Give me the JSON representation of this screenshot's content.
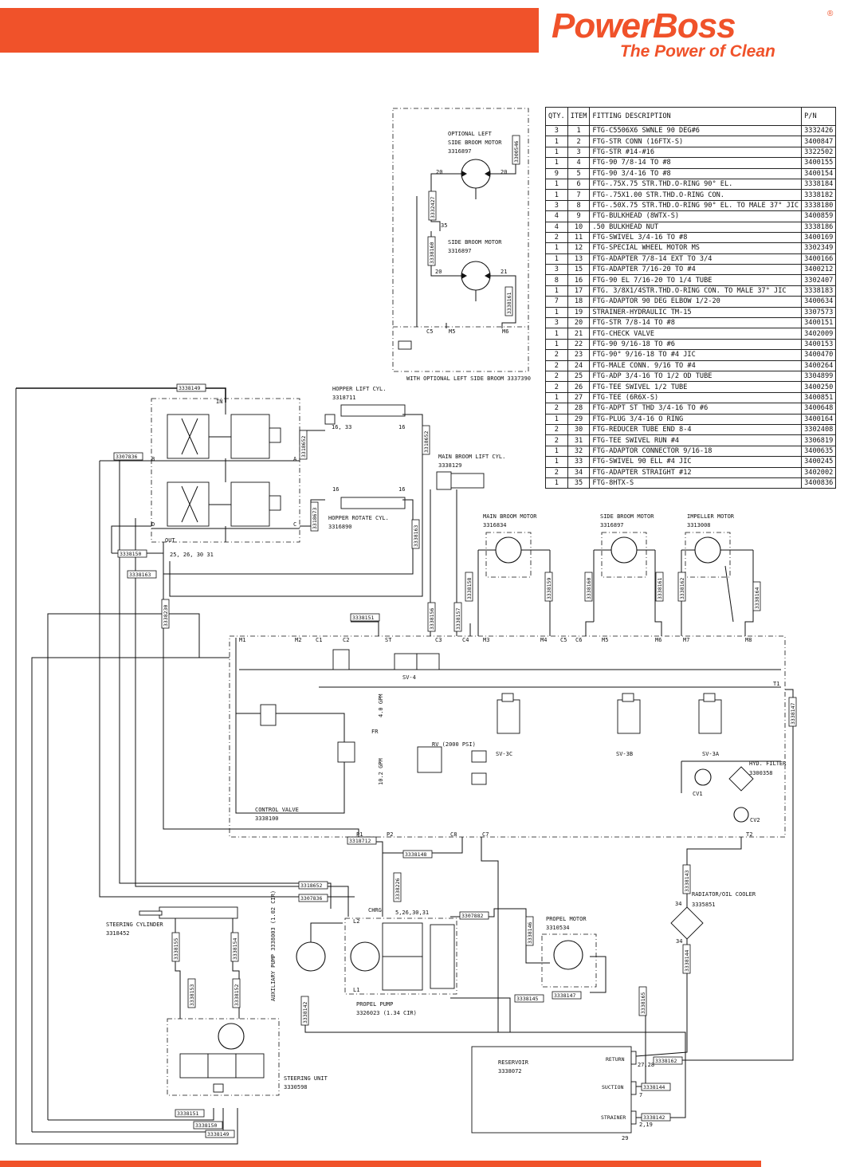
{
  "brand": {
    "name": "PowerBoss",
    "reg": "®",
    "tagline": "The Power of Clean"
  },
  "colors": {
    "accent": "#f0522a",
    "line": "#111111"
  },
  "table": {
    "headers": [
      "QTY.",
      "ITEM",
      "FITTING DESCRIPTION",
      "P/N"
    ],
    "rows": [
      [
        "3",
        "1",
        "FTG-C5506X6 SWNLE 90 DEG#6",
        "3332426"
      ],
      [
        "1",
        "2",
        "FTG-STR CONN (16FTX-S)",
        "3400847"
      ],
      [
        "1",
        "3",
        "FTG-STR #14-#16",
        "3322502"
      ],
      [
        "1",
        "4",
        "FTG-90  7/8-14 TO #8",
        "3400155"
      ],
      [
        "9",
        "5",
        "FTG-90  3/4-16 TO #8",
        "3400154"
      ],
      [
        "1",
        "6",
        "FTG-.75X.75 STR.THD.O-RING 90° EL.",
        "3338184"
      ],
      [
        "1",
        "7",
        "FTG-.75X1.00 STR.THD.O-RING CON.",
        "3338182"
      ],
      [
        "3",
        "8",
        "FTG-.50X.75 STR.THD.O-RING 90° EL. TO MALE 37° JIC",
        "3338180"
      ],
      [
        "4",
        "9",
        "FTG-BULKHEAD (8WTX-S)",
        "3400859"
      ],
      [
        "4",
        "10",
        ".50 BULKHEAD NUT",
        "3338186"
      ],
      [
        "2",
        "11",
        "FTG-SWIVEL 3/4-16 TO #8",
        "3400169"
      ],
      [
        "1",
        "12",
        "FTG-SPECIAL WHEEL MOTOR MS",
        "3302349"
      ],
      [
        "1",
        "13",
        "FTG-ADAPTER 7/8-14 EXT TO 3/4",
        "3400166"
      ],
      [
        "3",
        "15",
        "FTG-ADAPTER 7/16-20 TO #4",
        "3400212"
      ],
      [
        "8",
        "16",
        "FTG-90 EL 7/16-20 TO 1/4 TUBE",
        "3302407"
      ],
      [
        "1",
        "17",
        "FTG. 3/8X1/4STR.THD.O-RING CON. TO MALE 37° JIC",
        "3338183"
      ],
      [
        "7",
        "18",
        "FTG-ADAPTOR 90 DEG ELBOW 1/2-20",
        "3400634"
      ],
      [
        "1",
        "19",
        "STRAINER-HYDRAULIC TM-15",
        "3307573"
      ],
      [
        "3",
        "20",
        "FTG-STR 7/8-14 TO #8",
        "3400151"
      ],
      [
        "1",
        "21",
        "FTG-CHECK VALVE",
        "3402009"
      ],
      [
        "1",
        "22",
        "FTG-90 9/16-18 TO #6",
        "3400153"
      ],
      [
        "2",
        "23",
        "FTG-90° 9/16-18 TO #4 JIC",
        "3400470"
      ],
      [
        "2",
        "24",
        "FTG-MALE CONN. 9/16 TO #4",
        "3400264"
      ],
      [
        "2",
        "25",
        "FTG-ADP 3/4-16 TO 1/2 OD TUBE",
        "3304899"
      ],
      [
        "2",
        "26",
        "FTG-TEE SWIVEL 1/2 TUBE",
        "3400250"
      ],
      [
        "1",
        "27",
        "FTG-TEE (6R6X-S)",
        "3400851"
      ],
      [
        "2",
        "28",
        "FTG-ADPT ST THD 3/4-16 TO #6",
        "3400648"
      ],
      [
        "1",
        "29",
        "FTG-PLUG 3/4-16 O RING",
        "3400164"
      ],
      [
        "2",
        "30",
        "FTG-REDUCER TUBE END 8-4",
        "3302408"
      ],
      [
        "2",
        "31",
        "FTG-TEE SWIVEL RUN #4",
        "3306819"
      ],
      [
        "1",
        "32",
        "FTG-ADAPTOR CONNECTOR 9/16-18",
        "3400635"
      ],
      [
        "1",
        "33",
        "FTG-SWIVEL 90 ELL #4 JIC",
        "3400245"
      ],
      [
        "2",
        "34",
        "FTG-ADAPTER STRAIGHT #12",
        "3402002"
      ],
      [
        "1",
        "35",
        "FTG-8HTX-S",
        "3400836"
      ]
    ]
  },
  "components": {
    "opt_side_broom_motor": [
      "OPTIONAL LEFT",
      "SIDE BROOM MOTOR",
      "3316897"
    ],
    "opt_side_broom_motor2": [
      "SIDE BROOM MOTOR",
      "3316897"
    ],
    "opt_caption": "WITH OPTIONAL LEFT SIDE BROOM 3337390",
    "hopper_lift": [
      "HOPPER LIFT CYL.",
      "3318711"
    ],
    "hopper_rotate": [
      "HOPPER ROTATE CYL.",
      "3316890"
    ],
    "main_broom_lift": [
      "MAIN BROOM LIFT CYL.",
      "3338129"
    ],
    "main_broom_motor": [
      "MAIN BROOM MOTOR",
      "3316834"
    ],
    "side_broom_motor": [
      "SIDE BROOM MOTOR",
      "3316897"
    ],
    "impeller_motor": [
      "IMPELLER MOTOR",
      "3313008"
    ],
    "hyd_filter": [
      "HYD. FILTER",
      "3300358"
    ],
    "control_valve": [
      "CONTROL VALVE",
      "3338100"
    ],
    "radiator": [
      "RADIATOR/OIL COOLER",
      "3335851"
    ],
    "steering_cylinder": [
      "STEERING CYLINDER",
      "3318452"
    ],
    "aux_pump": "AUXILIARY PUMP 3338003 (1.02 CIR)",
    "propel_pump": [
      "PROPEL PUMP",
      "3326023 (1.34 CIR)"
    ],
    "propel_motor": [
      "PROPEL MOTOR",
      "3310534"
    ],
    "steering_unit": [
      "STEERING UNIT",
      "3330598"
    ],
    "reservoir": [
      "RESERVOIR",
      "3338072"
    ],
    "reservoir_ports": [
      "RETURN",
      "SUCTION",
      "STRAINER"
    ],
    "valves": [
      "SV-4",
      "SV-3C",
      "SV-3B",
      "SV-3A",
      "CV1",
      "CV2",
      "RV (2000 PSI)",
      "FR"
    ],
    "flows": [
      "4.0 GPM",
      "10.2 GPM"
    ],
    "ports_main": [
      "M1",
      "M2",
      "C1",
      "C2",
      "ST",
      "C3",
      "C4",
      "M3",
      "M4",
      "C5",
      "C6",
      "M5",
      "M6",
      "M7",
      "M8",
      "T1",
      "T2",
      "P1",
      "P2",
      "C8",
      "C7"
    ],
    "ports_valve": [
      "IN",
      "A",
      "B",
      "C",
      "D",
      "OUT"
    ]
  },
  "hoses": {
    "h1": "3338149",
    "h2": "3307836",
    "h3": "3318652",
    "h4": "3318673",
    "h5": "3338150",
    "h6": "3338163",
    "h7": "3338230",
    "h8": "3338151",
    "h9": "3338156",
    "h10": "3338157",
    "h11": "3318652",
    "h12": "3338163",
    "h13": "3338158",
    "h14": "3338159",
    "h15": "3338160",
    "h16": "3338161",
    "h17": "3338162",
    "h18": "3338164",
    "h19": "3338147",
    "h20": "3318712",
    "h21": "3338148",
    "h22": "3338226",
    "h23": "3318652",
    "h24": "3307836",
    "h25": "3338155",
    "h26": "3338154",
    "h27": "3338153",
    "h28": "3338152",
    "h29": "3307882",
    "h30": "3338146",
    "h31": "3338145",
    "h32": "3338147",
    "h33": "3338143",
    "h34": "3338144",
    "h35": "3338142",
    "h36": "3338165",
    "h37": "3338162",
    "h38": "3338144",
    "h39": "3338142",
    "h40": "3338151",
    "h41": "3338150",
    "h42": "3338149",
    "h43": "3300546",
    "h44": "3332427",
    "h45": "3338160",
    "h46": "3338161"
  }
}
